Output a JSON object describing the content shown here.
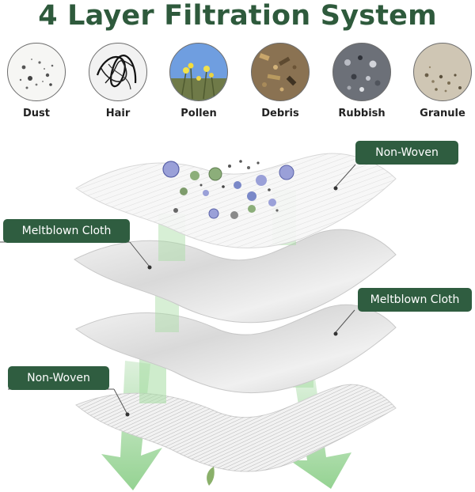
{
  "title": "4 Layer Filtration System",
  "particles": [
    {
      "label": "Dust",
      "icon": "dust-icon"
    },
    {
      "label": "Hair",
      "icon": "hair-icon"
    },
    {
      "label": "Pollen",
      "icon": "pollen-icon"
    },
    {
      "label": "Debris",
      "icon": "debris-icon"
    },
    {
      "label": "Rubbish",
      "icon": "rubbish-icon"
    },
    {
      "label": "Granule",
      "icon": "granule-icon"
    }
  ],
  "layers": [
    {
      "label": "Non-Woven"
    },
    {
      "label": "Meltblown Cloth"
    },
    {
      "label": "Meltblown Cloth"
    },
    {
      "label": "Non-Woven"
    }
  ],
  "colors": {
    "title": "#2e5a3c",
    "tag_background": "#2f5d40",
    "tag_text": "#ffffff",
    "arrow": "#8fd08c"
  }
}
